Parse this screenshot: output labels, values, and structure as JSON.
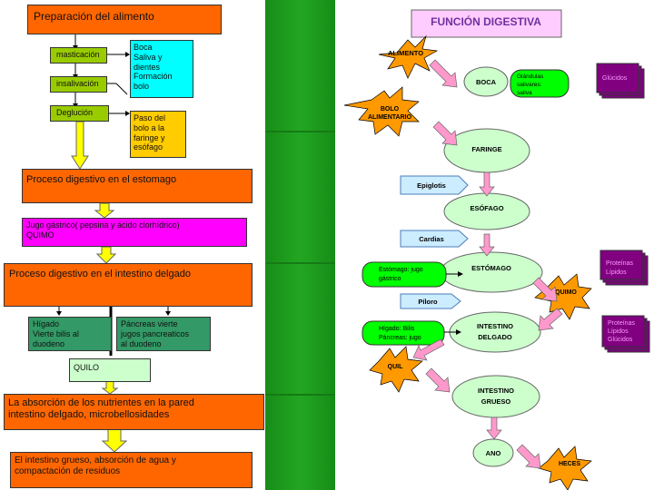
{
  "left": {
    "preparacion": "Preparación del alimento",
    "masticacion": "masticación",
    "insalivacion": "insalivación",
    "deglucion": "Deglución",
    "boca_note": "Boca\nSaliva y\ndientes\nFormación\nbolo",
    "paso_note": "Paso del\nbolo a la\nfaringe y\nesófago",
    "estomago": "Proceso digestivo en el estomago",
    "jugo": "Jugo gástrico( pepsina y ácido clorhídrico)\nQUIMO",
    "intestino_delgado": "Proceso digestivo en el intestino delgado",
    "higado": "Hígado\nVierte bilis al\nduodeno",
    "pancreas": "Páncreas  vierte\njugos pancreaticos\nal duodeno",
    "quilo": "QUILO",
    "absorcion": "La absorción de los nutrientes en la pared\nintestino delgado, microbellosidades",
    "grueso": "El intestino grueso, absorción de agua y\ncompactación de residuos"
  },
  "right": {
    "title": "FUNCIÓN DIGESTIVA",
    "alimento": "ALIMENTO",
    "bolo1": "BOLO",
    "bolo2": "ALIMENTARIO",
    "boca": "BOCA",
    "glandulas": [
      "Glándulas",
      "salivares:",
      "saliva"
    ],
    "glucidos": "Glúcidos",
    "faringe": "FARINGE",
    "epiglotis": "Epiglotis",
    "esofago": "ESÓFAGO",
    "cardias": "Cardias",
    "estomago": "ESTÓMAGO",
    "estomago_jugo": [
      "Estómago: jugo",
      "gástrico"
    ],
    "proteinas1": [
      "Proteínas",
      "Lípidos"
    ],
    "quimo": "QUIMO",
    "piloro": "Píloro",
    "intestino_delgado": [
      "INTESTINO",
      "DELGADO"
    ],
    "higado": [
      "Hígado: Bilis",
      "Páncreas: jugo"
    ],
    "proteinas2": [
      "Proteínas",
      "Lípidos",
      "Glúcidos"
    ],
    "quil": "QUIL",
    "intestino_grueso": [
      "INTESTINO",
      "GRUESO"
    ],
    "ano": "ANO",
    "heces": "HECES"
  },
  "colors": {
    "orange": "#ff6600",
    "lime": "#99cc00",
    "cyan": "#00ffff",
    "yellow": "#ffcc00",
    "magenta": "#ff00ff",
    "dark_green": "#339966",
    "pale_green": "#ccffcc",
    "stripe_green": "#1e9e1e",
    "title_pink": "#ffccff",
    "purple": "#800080",
    "bright_green": "#00ff00",
    "light_blue": "#ccecff",
    "pink_arrow": "#ff99cc"
  }
}
